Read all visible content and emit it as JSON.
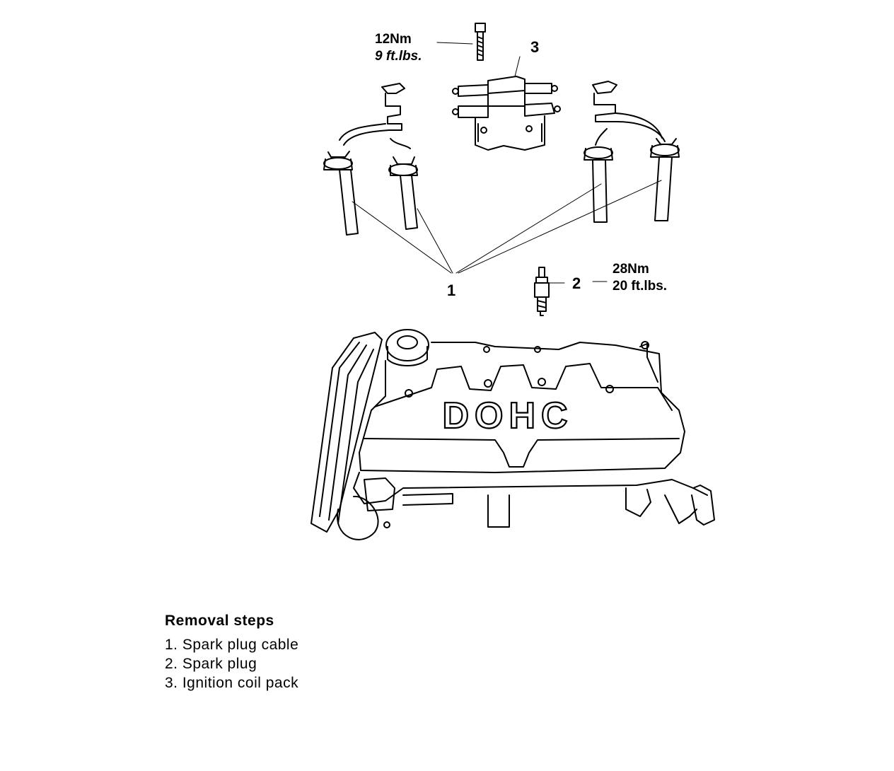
{
  "callouts": {
    "cable": "1",
    "plug": "2",
    "coil": "3"
  },
  "torque_coil": {
    "metric": "12Nm",
    "imperial": "9 ft.lbs."
  },
  "torque_plug": {
    "metric": "28Nm",
    "imperial": "20 ft.lbs."
  },
  "engine": {
    "cover_text": "DOHC"
  },
  "removal": {
    "heading": "Removal steps",
    "steps": [
      "1. Spark plug cable",
      "2. Spark plug",
      "3. Ignition coil pack"
    ]
  }
}
